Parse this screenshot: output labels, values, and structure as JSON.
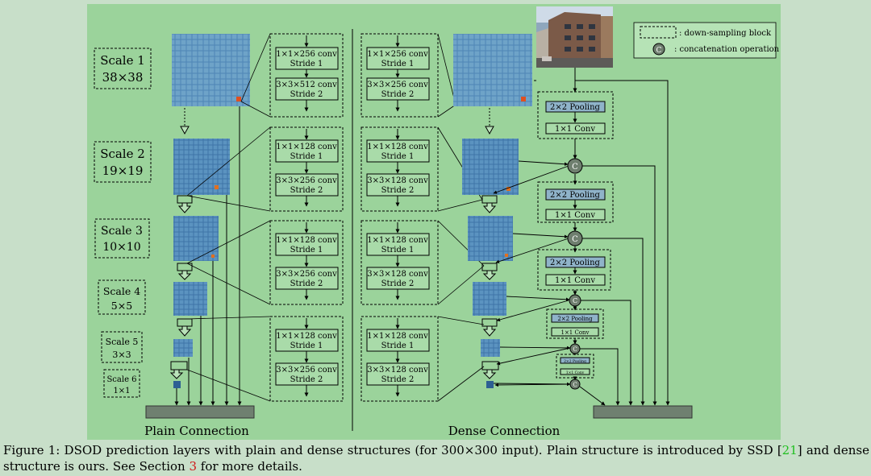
{
  "scales": [
    {
      "name": "Scale 1",
      "size": "38×38"
    },
    {
      "name": "Scale 2",
      "size": "19×19"
    },
    {
      "name": "Scale 3",
      "size": "10×10"
    },
    {
      "name": "Scale 4",
      "size": "5×5"
    },
    {
      "name": "Scale 5",
      "size": "3×3"
    },
    {
      "name": "Scale 6",
      "size": "1×1"
    }
  ],
  "plain_blocks": [
    {
      "line1a": "1×1×256 conv",
      "line1b": "Stride 1",
      "line2a": "3×3×512 conv",
      "line2b": "Stride 2"
    },
    {
      "line1a": "1×1×128 conv",
      "line1b": "Stride 1",
      "line2a": "3×3×256 conv",
      "line2b": "Stride 2"
    },
    {
      "line1a": "1×1×128 conv",
      "line1b": "Stride 1",
      "line2a": "3×3×256 conv",
      "line2b": "Stride 2"
    },
    {
      "line1a": "1×1×128 conv",
      "line1b": "Stride 1",
      "line2a": "3×3×256 conv",
      "line2b": "Stride 2"
    }
  ],
  "dense_blocks": [
    {
      "line1a": "1×1×256 conv",
      "line1b": "Stride 1",
      "line2a": "3×3×256 conv",
      "line2b": "Stride 2"
    },
    {
      "line1a": "1×1×128 conv",
      "line1b": "Stride 1",
      "line2a": "3×3×128 conv",
      "line2b": "Stride 2"
    },
    {
      "line1a": "1×1×128 conv",
      "line1b": "Stride 1",
      "line2a": "3×3×128 conv",
      "line2b": "Stride 2"
    },
    {
      "line1a": "1×1×128 conv",
      "line1b": "Stride 1",
      "line2a": "3×3×128 conv",
      "line2b": "Stride 2"
    }
  ],
  "pool_blocks": [
    {
      "pool": "2×2 Pooling",
      "conv": "1×1 Conv"
    },
    {
      "pool": "2×2 Pooling",
      "conv": "1×1 Conv"
    },
    {
      "pool": "2×2 Pooling",
      "conv": "1×1 Conv"
    },
    {
      "pool": "2×2 Pooling",
      "conv": "1×1 Conv"
    },
    {
      "pool": "2×2 Pooling",
      "conv": "1×1 Conv"
    }
  ],
  "concat_symbol": "C",
  "legend": {
    "downsampling": ": down-sampling block",
    "concat": ": concatenation operation"
  },
  "labels": {
    "plain": "Plain Connection",
    "dense": "Dense Connection"
  },
  "caption": {
    "part1": "Figure 1: DSOD prediction layers with plain and dense structures (for 300×300 input). Plain structure is introduced by SSD [",
    "ref1": "21",
    "part2": "] and dense structure is ours. See Section ",
    "ref2": "3",
    "part3": " for more details."
  },
  "colors": {
    "figure_bg": "#9bd39b",
    "page_bg": "#c8dfc9",
    "block_fill": "#a9dba9",
    "pool_fill": "#8fb3c9",
    "concat_fill": "#6f7f6f",
    "bar_fill": "#6f8070",
    "map_blue": "#3f75a8"
  }
}
